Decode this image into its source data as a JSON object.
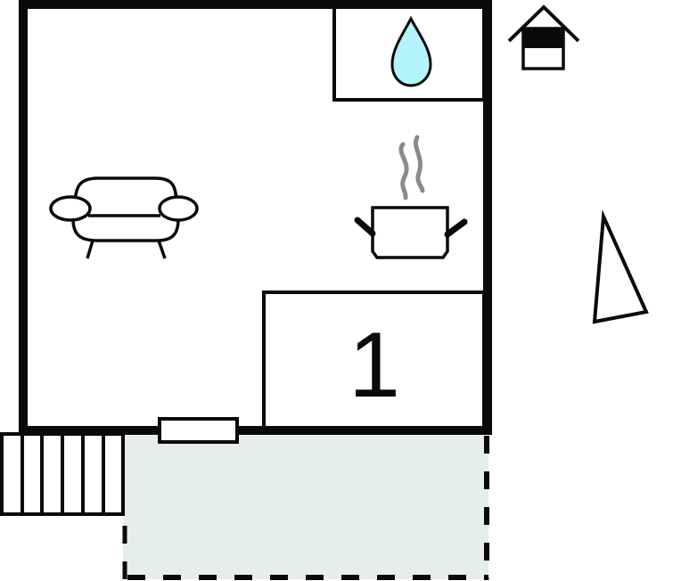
{
  "floorplan": {
    "rooms": [
      {
        "id": "living-area",
        "icon": "sofa-icon"
      },
      {
        "id": "kitchen-area",
        "icon": "cooking-pot-icon"
      },
      {
        "id": "bathroom",
        "icon": "water-drop-icon"
      },
      {
        "id": "bedroom",
        "label": "1"
      }
    ],
    "terrace": {
      "fill": "#e6eeed",
      "border": "dashed"
    },
    "steps": {
      "count": 6
    },
    "window": {
      "location": "south-wall"
    },
    "legend": {
      "house_icon": "house-icon",
      "north_arrow": "north-arrow-icon"
    },
    "colors": {
      "wall": "#0a0a0a",
      "water": "#b3f5fa",
      "steam": "#8a8a8a",
      "terrace": "#e6eeed"
    }
  }
}
